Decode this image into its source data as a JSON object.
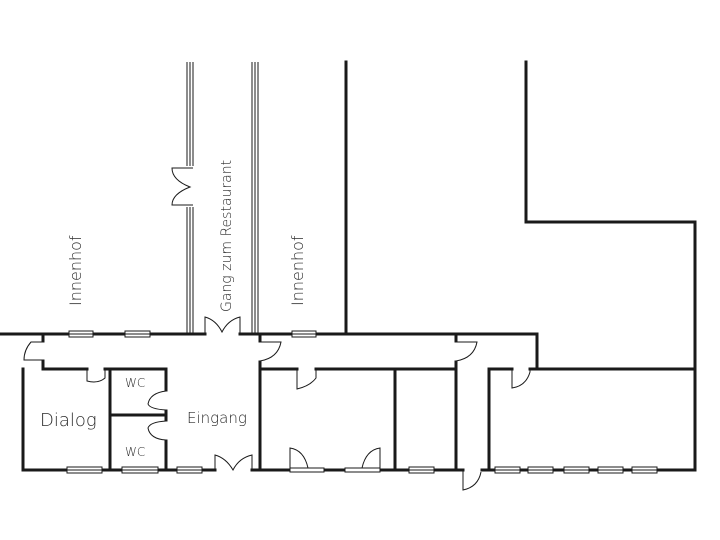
{
  "labels": {
    "courtyard_left": "Innenhof",
    "corridor": "Gang zum Restaurant",
    "courtyard_right": "Innenhof",
    "dialog": "Dialog",
    "wc_top": "WC",
    "wc_bottom": "WC",
    "entrance": "Eingang"
  },
  "colors": {
    "wall": "#1a1a1a",
    "background": "#ffffff"
  }
}
